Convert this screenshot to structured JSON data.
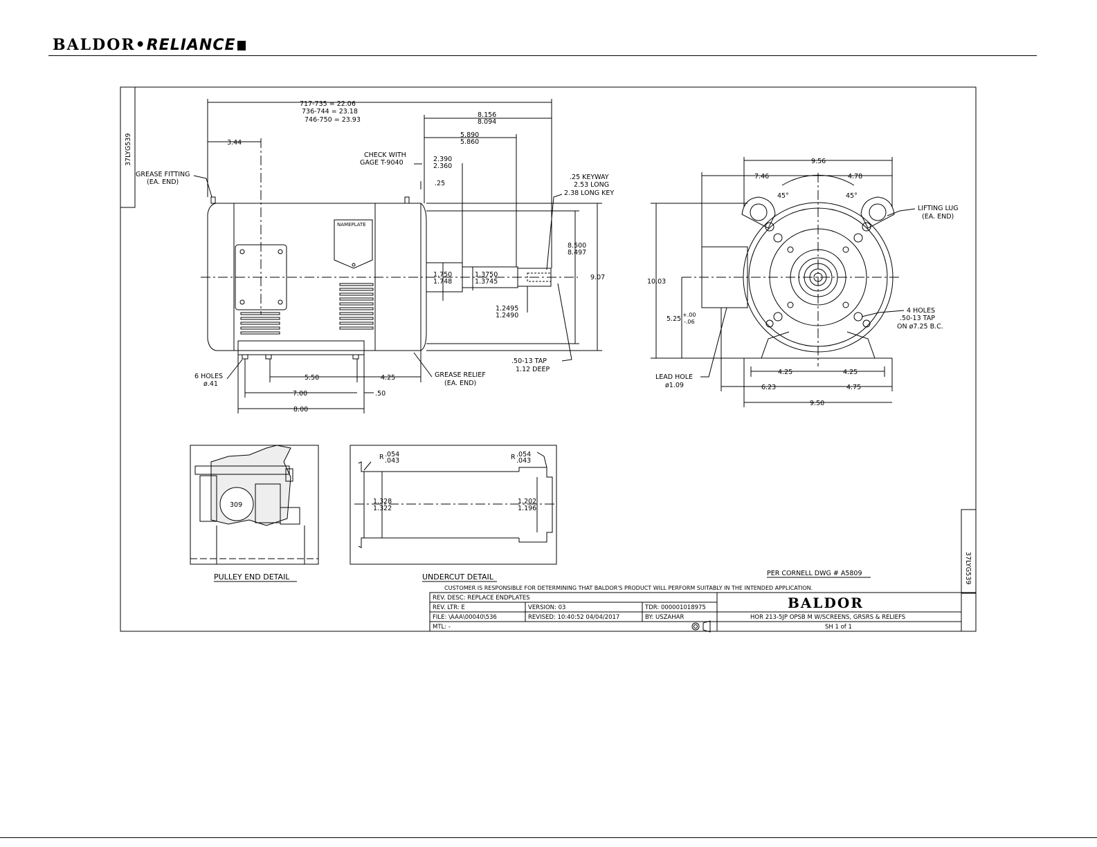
{
  "header": {
    "brand_left": "BALDOR",
    "brand_dot": "•",
    "brand_right": "RELIANCE"
  },
  "drawing": {
    "drawing_number": "37LYG539",
    "side_view": {
      "overall_length": [
        "717-735 = 22.06",
        "736-744 = 23.18",
        "746-750 = 23.93"
      ],
      "dim_3_44": "3.44",
      "shaft_8156": [
        "8.156",
        "8.094"
      ],
      "shaft_5890": [
        "5.890",
        "5.860"
      ],
      "check_gage": [
        "CHECK WITH",
        "GAGE T-9040"
      ],
      "dim_2390": [
        "2.390",
        "2.360"
      ],
      "dim_025": ".25",
      "keyway": [
        ".25 KEYWAY",
        "2.53 LONG",
        "2.38 LONG KEY"
      ],
      "grease_fitting": [
        "GREASE FITTING",
        "(EA. END)"
      ],
      "nameplate": "NAMEPLATE",
      "dim_1750": [
        "1.750",
        "1.748"
      ],
      "dim_13750": [
        "1.3750",
        "1.3745"
      ],
      "dim_12495": [
        "1.2495",
        "1.2490"
      ],
      "dim_8500": [
        "8.500",
        "8.497"
      ],
      "dim_907": "9.07",
      "holes": [
        "6 HOLES",
        "ø.41"
      ],
      "grease_relief": [
        "GREASE RELIEF",
        "(EA. END)"
      ],
      "tap": [
        ".50-13 TAP",
        "1.12 DEEP"
      ],
      "dim_550": "5.50",
      "dim_425": "4.25",
      "dim_700": "7.00",
      "dim_050": ".50",
      "dim_800": "8.00"
    },
    "end_view": {
      "dim_956": "9.56",
      "dim_746": "7.46",
      "dim_478": "4.78",
      "angle_left": "45°",
      "angle_right": "45°",
      "lifting_lug": [
        "LIFTING LUG",
        "(EA. END)"
      ],
      "dim_1003": "10.03",
      "dim_525": "5.25",
      "dim_525_tol": [
        "+.00",
        "-.06"
      ],
      "four_holes": [
        "4 HOLES",
        ".50-13 TAP",
        "ON ø7.25 B.C."
      ],
      "lead_hole": [
        "LEAD HOLE",
        "ø1.09"
      ],
      "dim_425a": "4.25",
      "dim_425b": "4.25",
      "dim_623": "6.23",
      "dim_475": "4.75",
      "dim_950": "9.50"
    },
    "pulley_detail": {
      "bearing": "309",
      "caption": "PULLEY END DETAIL"
    },
    "undercut_detail": {
      "r_left": [
        "R",
        ".054",
        ".043"
      ],
      "r_right": [
        "R",
        ".054",
        ".043"
      ],
      "dia_left": [
        "1.328",
        "1.322"
      ],
      "dia_right": [
        "1.202",
        "1.196"
      ],
      "caption": "UNDERCUT DETAIL"
    },
    "per_cornell": "PER CORNELL DWG # A5809",
    "customer_note": "CUSTOMER IS RESPONSIBLE FOR DETERMINING THAT BALDOR'S PRODUCT WILL PERFORM SUITABLY IN THE INTENDED APPLICATION."
  },
  "title_block": {
    "rev_desc": "REV. DESC:  REPLACE ENDPLATES",
    "rev_ltr": "REV. LTR:  E",
    "version": "VERSION: 03",
    "tdr": "TDR: 000001018975",
    "file": "FILE: \\AAA\\00040\\536",
    "revised": "REVISED: 10:40:52  04/04/2017",
    "by": "BY:  USZAHAR",
    "mtl": "MTL:  -",
    "brand": "BALDOR",
    "description": "HOR 213-5JP OPSB M W/SCREENS, GRSRS & RELIEFS",
    "sheet": "SH 1 of 1"
  }
}
